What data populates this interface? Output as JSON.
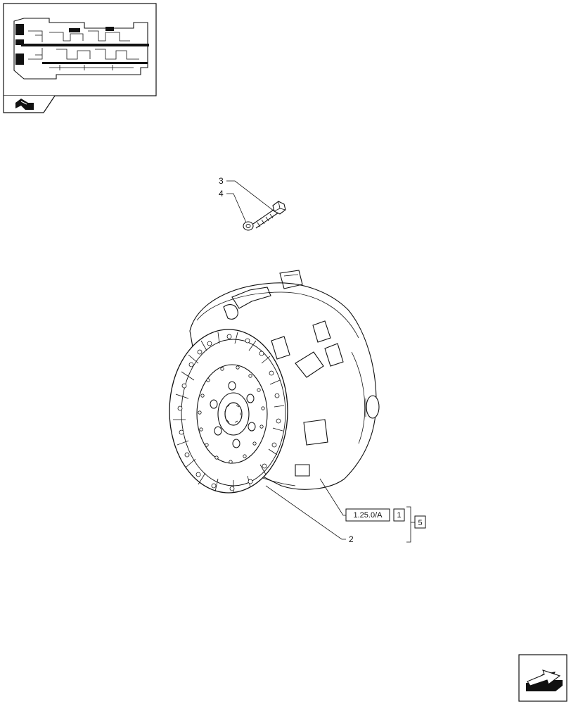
{
  "callouts": {
    "item_3": "3",
    "item_4": "4",
    "item_2": "2"
  },
  "reference": {
    "section_code": "1.25.0/A",
    "sheet_number": "1",
    "item_5": "5"
  },
  "icons": {
    "thumbnail": "transmission-section-thumbnail",
    "view_indicator": "view-arrow-icon",
    "next_page": "next-page-arrow-icon"
  }
}
